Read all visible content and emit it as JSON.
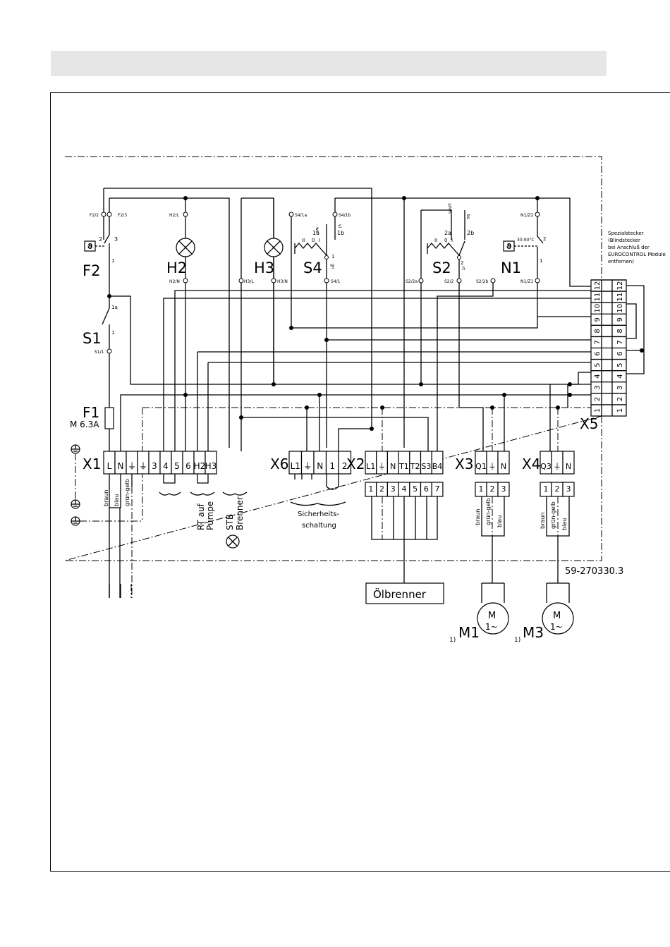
{
  "drawing_number": "59-270330.3",
  "x5_note": [
    "Spezialstecker",
    "(Blindstecker",
    "bei Anschluß der",
    "EUROCONTROL Module",
    "entfernen)"
  ],
  "components": {
    "F1": {
      "ref": "F1",
      "rating": "M  6.3A"
    },
    "F2": {
      "ref": "F2",
      "contacts": [
        "F2/2",
        "F2/3",
        "2",
        "3",
        "1"
      ],
      "sign": "ϑ"
    },
    "S1": {
      "ref": "S1",
      "contacts": [
        "1a",
        "1",
        "S1/1"
      ]
    },
    "H2": {
      "ref": "H2",
      "contacts": [
        "H2/L",
        "H2/N"
      ]
    },
    "H3": {
      "ref": "H3",
      "contacts": [
        "H3/L",
        "H3/N"
      ]
    },
    "S4": {
      "ref": "S4",
      "contacts": [
        "S4/1a",
        "S4/1b",
        "ws",
        "vi",
        "1a",
        "1b",
        "1",
        "gn",
        "S4/1"
      ],
      "positions": [
        "II",
        "0",
        "I"
      ]
    },
    "S2": {
      "ref": "S2",
      "contacts": [
        "sw/rt",
        "bs",
        "2a",
        "2b",
        "2",
        "rt",
        "S2/2a",
        "S2/2",
        "S2/2b"
      ],
      "positions": [
        "II",
        "0",
        "I"
      ]
    },
    "N1": {
      "ref": "N1",
      "contacts": [
        "N1/Z2",
        "2",
        "1",
        "N1/Z1"
      ],
      "setting": "30-90°C",
      "sign": "ϑ"
    }
  },
  "terminals": {
    "X1": {
      "ref": "X1",
      "pins": [
        "L",
        "N",
        "⏚",
        "⏚",
        "3",
        "4",
        "5",
        "6",
        "H2",
        "H3"
      ]
    },
    "X6": {
      "ref": "X6",
      "pins": [
        "L1",
        "⏚",
        "N",
        "1",
        "2"
      ]
    },
    "X2": {
      "ref": "X2",
      "pins": [
        "L1",
        "⏚",
        "N",
        "T1",
        "T2",
        "S3",
        "B4"
      ],
      "plug": [
        "1",
        "2",
        "3",
        "4",
        "5",
        "6",
        "7"
      ]
    },
    "X3": {
      "ref": "X3",
      "pins": [
        "Q1",
        "⏚",
        "N"
      ],
      "plug": [
        "1",
        "2",
        "3"
      ]
    },
    "X4": {
      "ref": "X4",
      "pins": [
        "Q3",
        "⏚",
        "N"
      ],
      "plug": [
        "1",
        "2",
        "3"
      ]
    },
    "X5": {
      "ref": "X5",
      "pins": [
        "12",
        "11",
        "10",
        "9",
        "8",
        "7",
        "6",
        "5",
        "4",
        "3",
        "2",
        "1"
      ]
    }
  },
  "cable_labels": {
    "x1": [
      "braun",
      "blau",
      "grün-gelb"
    ],
    "x3": [
      "braun",
      "grün-gelb",
      "blau"
    ],
    "x4": [
      "braun",
      "grün-gelb",
      "blau"
    ]
  },
  "group_labels": {
    "rt": [
      "RT auf",
      "Pumpe"
    ],
    "stb": [
      "STB",
      "Brenner"
    ],
    "safety": [
      "Sicherheits-",
      "schaltung"
    ]
  },
  "motors": {
    "M1": {
      "ref": "M1",
      "note": "1)",
      "symbol": "M",
      "phase": "1~"
    },
    "M3": {
      "ref": "M3",
      "note": "1)",
      "symbol": "M",
      "phase": "1~"
    }
  },
  "burner": "Ölbrenner"
}
